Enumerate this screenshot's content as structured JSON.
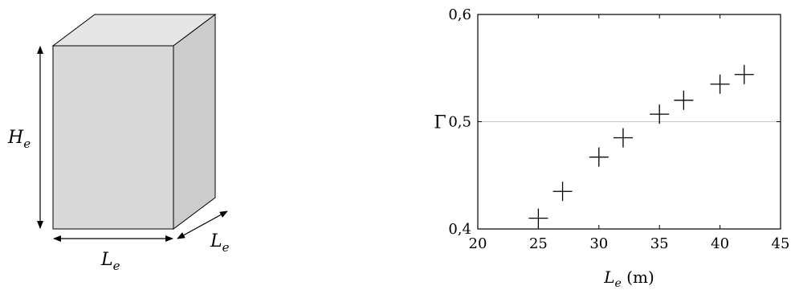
{
  "diagram": {
    "height_label": "H",
    "height_sub": "e",
    "width_label": "L",
    "width_sub": "e",
    "depth_label": "L",
    "depth_sub": "e",
    "colors": {
      "front": "#d9d9d9",
      "top": "#e6e6e6",
      "side": "#cccccc"
    }
  },
  "chart_data": {
    "type": "scatter",
    "marker": "plus",
    "x": [
      25,
      27,
      30,
      32,
      35,
      37,
      40,
      42
    ],
    "y": [
      0.41,
      0.435,
      0.467,
      0.485,
      0.507,
      0.52,
      0.535,
      0.544
    ],
    "xlim": [
      20,
      45
    ],
    "ylim": [
      0.4,
      0.6
    ],
    "xticks": [
      20,
      25,
      30,
      35,
      40,
      45
    ],
    "xtick_labels": [
      "20",
      "25",
      "30",
      "35",
      "40",
      "45"
    ],
    "yticks": [
      0.4,
      0.5,
      0.6
    ],
    "ytick_labels": [
      "0,4",
      "0,5",
      "0,6"
    ],
    "grid_y": [
      0.5
    ],
    "xlabel_var": "L",
    "xlabel_sub": "e",
    "xlabel_unit": " (m)",
    "ylabel": "Γ"
  }
}
